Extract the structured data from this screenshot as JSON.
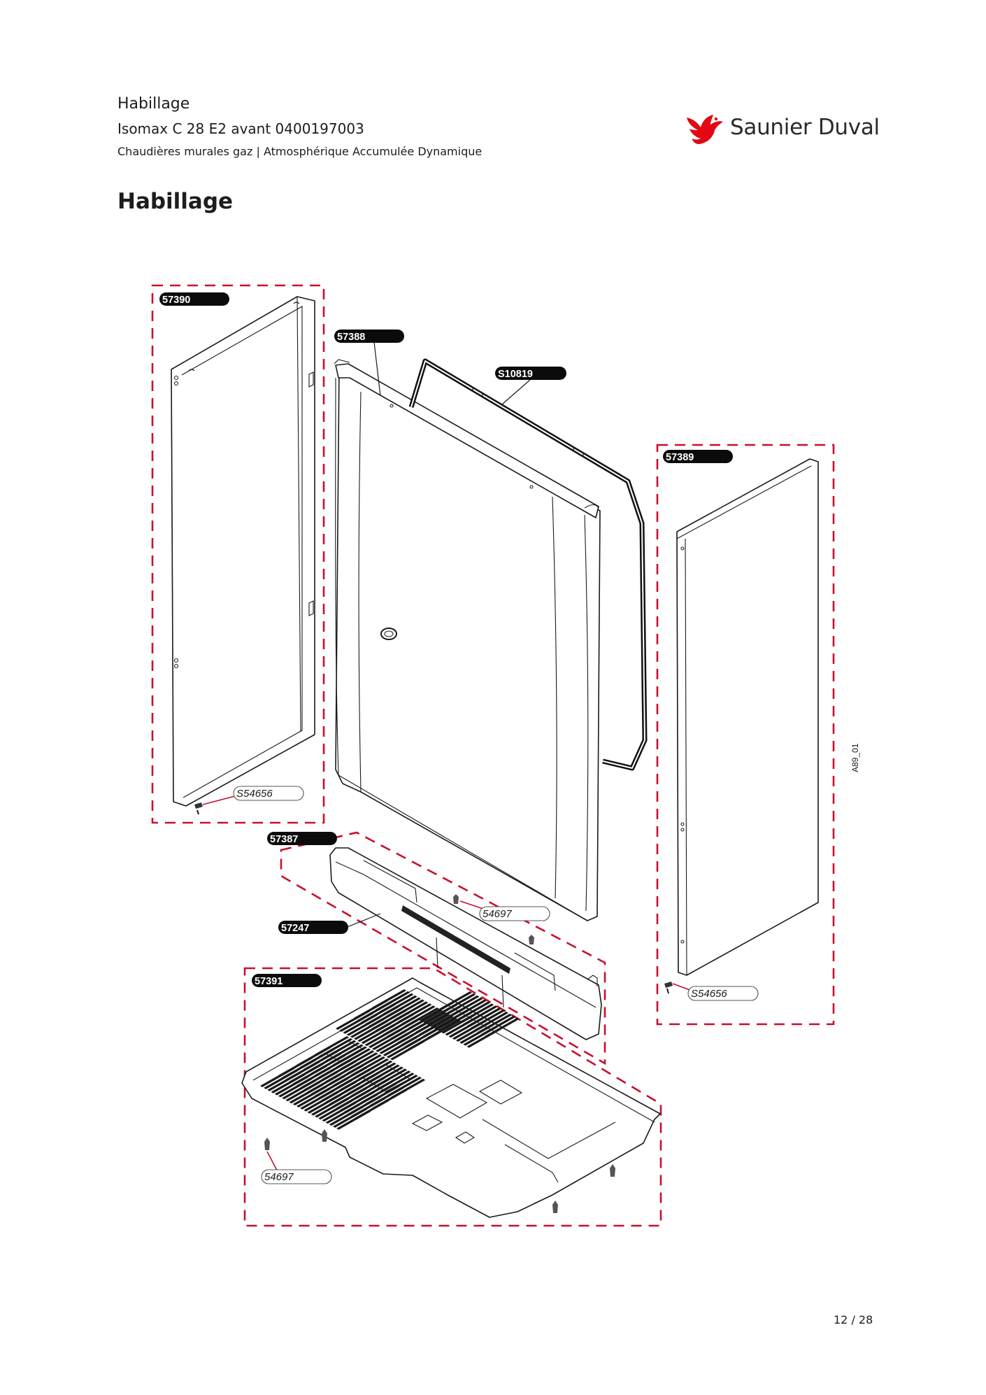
{
  "header": {
    "title": "Habillage",
    "model": "Isomax C 28 E2 avant 0400197003",
    "category": "Chaudières murales gaz | Atmosphérique Accumulée Dynamique"
  },
  "brand": {
    "name": "Saunier Duval",
    "color": "#e30613"
  },
  "section_title": "Habillage",
  "diagram": {
    "figure_code": "A89_01",
    "box_color": "#c8102e",
    "part_labels": [
      "57390",
      "57388",
      "S10819",
      "57389",
      "57387",
      "57247",
      "57391"
    ],
    "callouts": [
      "S54656",
      "54697",
      "S54656",
      "54697"
    ]
  },
  "footer": {
    "page": "12 / 28"
  }
}
